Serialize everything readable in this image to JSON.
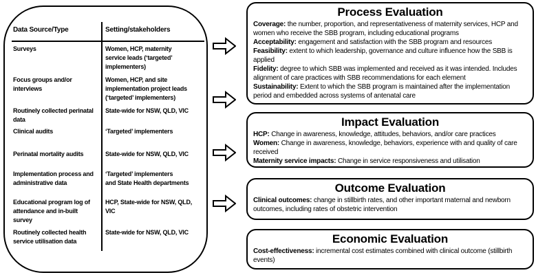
{
  "left_panel": {
    "header": {
      "col1": "Data Source/Type",
      "col2": "Setting/stakeholders"
    },
    "rows": [
      {
        "source": "Surveys",
        "setting": "Women, HCP, maternity\nservice leads (‘targeted’\nimplementers)"
      },
      {
        "source": "Focus groups and/or\ninterviews",
        "setting": "Women, HCP, and site\nimplementation project leads\n(‘targeted’ implementers)"
      },
      {
        "source": "Routinely collected perinatal\ndata",
        "setting": "State-wide for NSW, QLD, VIC"
      },
      {
        "source": "Clinical audits",
        "setting": "‘Targeted’ implementers"
      },
      {
        "source": "Perinatal mortality audits",
        "setting": "State-wide for NSW, QLD, VIC"
      },
      {
        "source": "Implementation process and\nadministrative data",
        "setting": "‘Targeted’ implementers\nand State Health departments"
      },
      {
        "source": "Educational program log of\nattendance and in-built\nsurvey",
        "setting": "HCP, State-wide for NSW, QLD,\nVIC"
      },
      {
        "source": "Routinely collected health\nservice utilisation data",
        "setting": "State-wide for NSW, QLD, VIC"
      }
    ]
  },
  "evaluation_boxes": [
    {
      "title": "Process Evaluation",
      "items": [
        {
          "term": "Coverage:",
          "desc": " the number, proportion, and representativeness of maternity services, HCP and women who receive the SBB program, including educational programs"
        },
        {
          "term": "Acceptability:",
          "desc": " engagement and satisfaction with the SBB program and resources"
        },
        {
          "term": "Feasibility:",
          "desc": " extent to which leadership, governance and culture influence how the SBB is applied"
        },
        {
          "term": "Fidelity:",
          "desc": " degree to which SBB was implemented and received as it was intended. Includes alignment of care practices with SBB recommendations for each element"
        },
        {
          "term": "Sustainability:",
          "desc": " Extent to which the SBB program is maintained after the implementation period and embedded across systems of antenatal care"
        }
      ]
    },
    {
      "title": "Impact Evaluation",
      "items": [
        {
          "term": "HCP:",
          "desc": " Change in awareness, knowledge, attitudes, behaviors, and/or care practices"
        },
        {
          "term": "Women:",
          "desc": " Change in awareness, knowledge, behaviors, experience with and quality of care received"
        },
        {
          "term": "Maternity service impacts:",
          "desc": " Change in service responsiveness and utilisation"
        }
      ]
    },
    {
      "title": "Outcome Evaluation",
      "items": [
        {
          "term": "Clinical outcomes:",
          "desc": " change in stillbirth rates, and other important maternal and newborn outcomes, including rates of obstetric intervention"
        }
      ]
    },
    {
      "title": "Economic Evaluation",
      "items": [
        {
          "term": "Cost-effectiveness:",
          "desc": " incremental cost estimates combined with clinical outcome (stillbirth events)"
        }
      ]
    }
  ],
  "colors": {
    "border": "#000000",
    "background": "#ffffff",
    "text": "#000000"
  }
}
